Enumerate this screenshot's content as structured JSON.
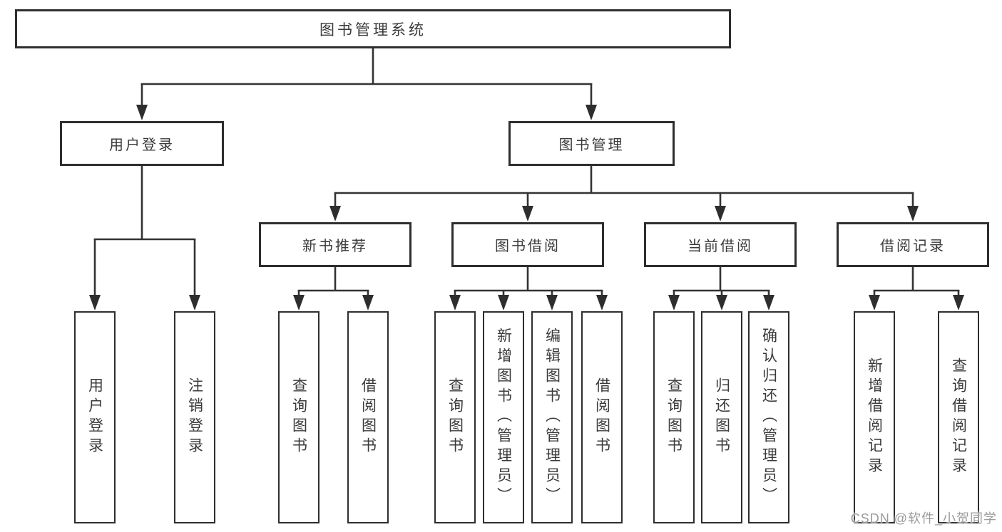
{
  "root": {
    "label": "图书管理系统"
  },
  "level2": [
    {
      "label": "用户登录"
    },
    {
      "label": "图书管理"
    }
  ],
  "level3": [
    {
      "label": "新书推荐"
    },
    {
      "label": "图书借阅"
    },
    {
      "label": "当前借阅"
    },
    {
      "label": "借阅记录"
    }
  ],
  "leaves": {
    "login": [
      "用户登录",
      "注销登录"
    ],
    "recommend": [
      "查询图书",
      "借阅图书"
    ],
    "borrow": [
      "查询图书",
      "新增图书（管理员）",
      "编辑图书（管理员）",
      "借阅图书"
    ],
    "current": [
      "查询图书",
      "归还图书",
      "确认归还（管理员）"
    ],
    "records": [
      "新增借阅记录",
      "查询借阅记录"
    ]
  },
  "watermark": "CSDN @软件_小贺同学",
  "colors": {
    "line": "#333333",
    "border": "#2e2e2e",
    "text": "#3a3a3a",
    "watermark": "#9b9b9b",
    "background": "#ffffff"
  }
}
